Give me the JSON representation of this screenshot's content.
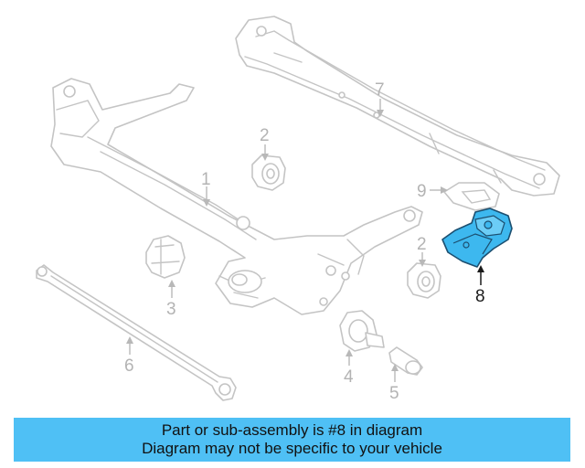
{
  "callouts": {
    "c1": "1",
    "c2a": "2",
    "c2b": "2",
    "c3": "3",
    "c4": "4",
    "c5": "5",
    "c6": "6",
    "c7": "7",
    "c8": "8",
    "c9": "9"
  },
  "highlight_part": "8",
  "colors": {
    "highlight_fill": "#3db8ef",
    "caption_bg": "#4fc0f5",
    "line_gray": "#c4c4c4"
  },
  "caption": {
    "line1": "Part or sub-assembly is #8 in diagram",
    "line2": "Diagram may not be specific to your vehicle"
  }
}
